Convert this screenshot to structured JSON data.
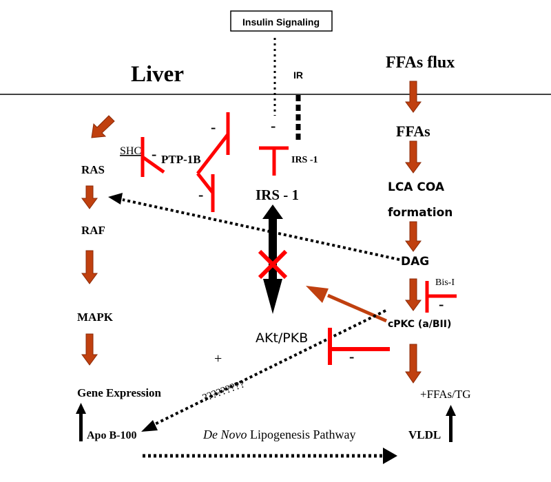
{
  "colors": {
    "arrow_brown": "#c0400f",
    "arrow_brown_dark": "#8a2a08",
    "inhibit_red": "#ff0000",
    "black": "#000000"
  },
  "labels": {
    "insulin_signaling": "Insulin Signaling",
    "liver": "Liver",
    "ir": "IR",
    "ffas_flux": "FFAs flux",
    "ffas": "FFAs",
    "lca_coa_line1": "LCA COA",
    "lca_coa_line2": "formation",
    "dag": "DAG",
    "bis_i": "Bis-I",
    "cpkc": "cPKC (a/BII)",
    "vldl": "VLDL",
    "ffas_tg": "+FFAs/TG",
    "ras": "RAS",
    "raf": "RAF",
    "mapk": "MAPK",
    "gene_expression": "Gene Expression",
    "apo_b100": "Apo B-100",
    "shc": "SHC",
    "ptp1b": "PTP-1B",
    "irs1_small": "IRS -1",
    "irs1_main": "IRS - 1",
    "akt_pkb": "AKt/PKB",
    "plus": "+",
    "question_marks": "?????????",
    "de_novo_italic": "De Novo",
    "lipogenesis_pathway": " Lipogenesis Pathway",
    "minus": "-"
  },
  "icons": {
    "inhibition": "t-bar-inhibit-icon",
    "block": "x-mark-icon",
    "up_arrow": "up-arrow-icon",
    "down_arrow": "down-arrow-icon"
  }
}
